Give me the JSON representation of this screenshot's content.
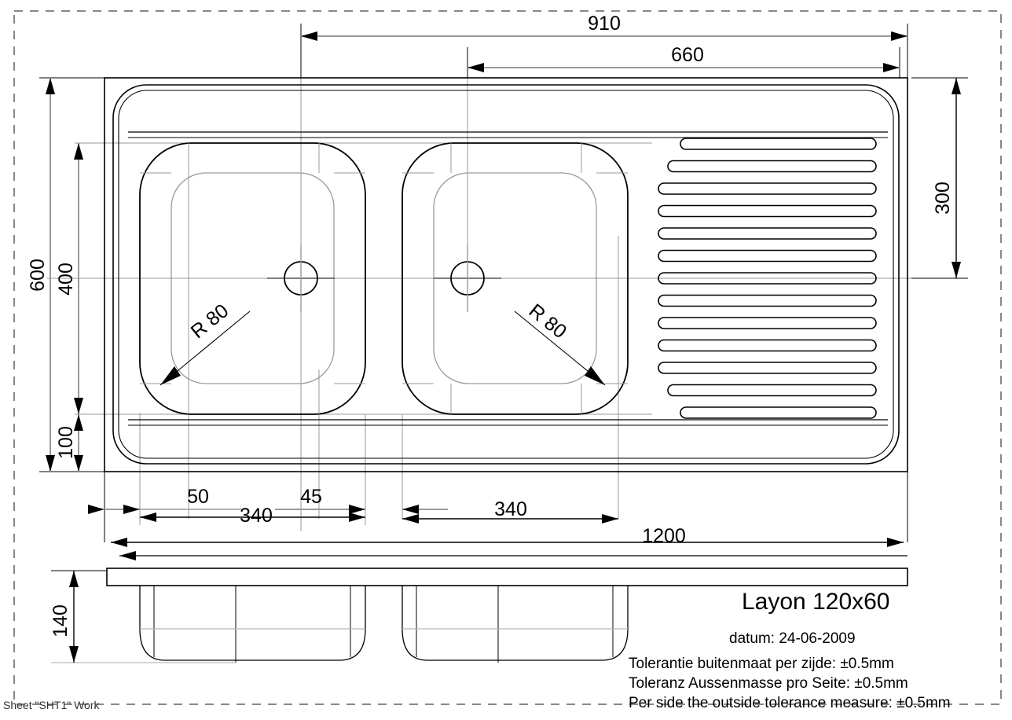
{
  "drawing": {
    "title": "Layon 120x60",
    "date_label": "datum: 24-06-2009",
    "notes": [
      "Tolerantie buitenmaat per zijde: ±0.5mm",
      "Toleranz Aussenmasse pro Seite: ±0.5mm",
      "Per side the outside tolerance measure: ±0.5mm"
    ],
    "sheet_label": "Sheet \"SHT1\" Work",
    "line_color": "#000000",
    "construction_color": "#999999",
    "border_color": "#808080"
  },
  "dimensions": {
    "top_910": "910",
    "top_660": "660",
    "left_600": "600",
    "left_400": "400",
    "left_100": "100",
    "right_300": "300",
    "bottom_50": "50",
    "bottom_340_left": "340",
    "bottom_45": "45",
    "bottom_340_right": "340",
    "bottom_1200": "1200",
    "side_140": "140",
    "radius_left": "R 80",
    "radius_right": "R 80"
  },
  "geometry": {
    "ribs_count": 13,
    "bowls": 2,
    "drain_holes": 2
  }
}
